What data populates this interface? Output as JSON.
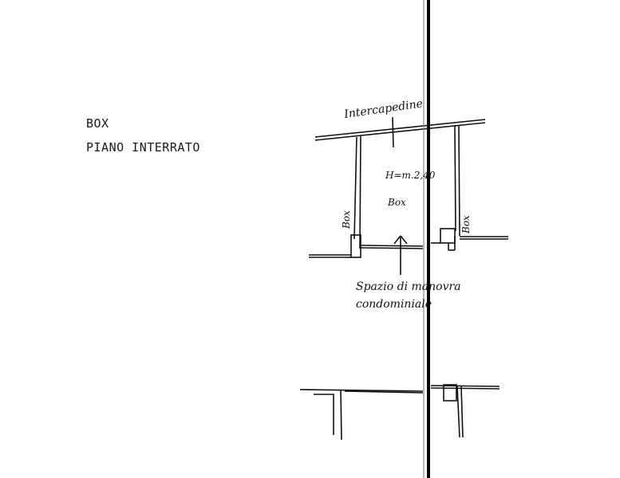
{
  "document": {
    "type": "floor-plan",
    "title_lines": [
      "BOX",
      "PIANO INTERRATO"
    ]
  },
  "plan": {
    "labels": {
      "top_corridor": "Intercapedine",
      "height_note": "H=m.2,40",
      "center_room": "Box",
      "left_room": "Box",
      "right_room": "Box",
      "maneuver_space_line1": "Spazio di manovra",
      "maneuver_space_line2": "condominiale"
    },
    "colors": {
      "ink": "#111111",
      "background": "#ffffff",
      "fold_line": "#000000"
    }
  }
}
